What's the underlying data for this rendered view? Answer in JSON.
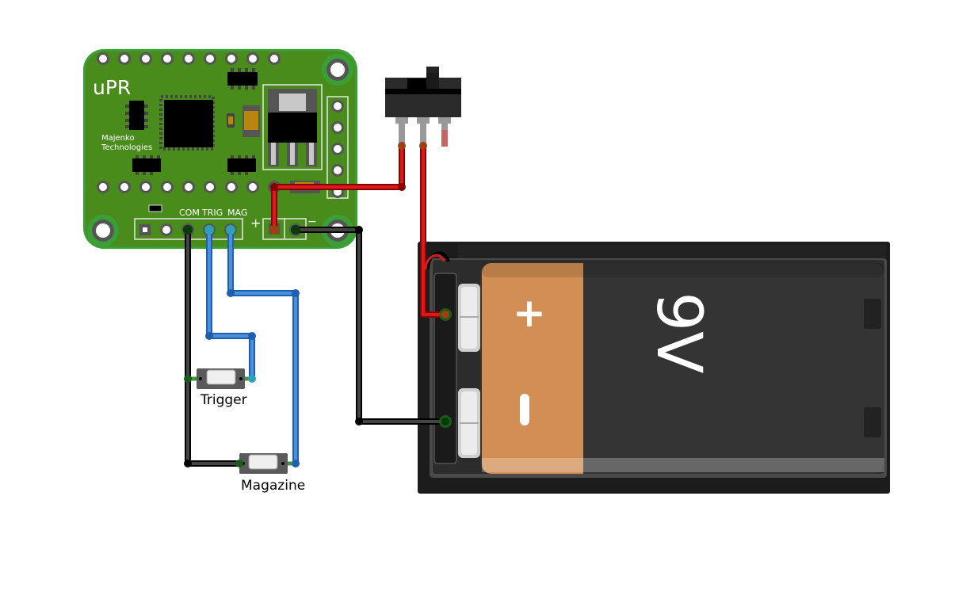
{
  "board": {
    "name": "uPR",
    "maker_line1": "Majenko",
    "maker_line2": "Technologies",
    "connector_labels": [
      "COM",
      "TRIG",
      "MAG"
    ],
    "power_labels": [
      "+",
      "−"
    ],
    "pcb_color": "#4a8c1c",
    "pcb_edge_color": "#3aa035"
  },
  "components": {
    "switch": {
      "name": "slide-switch"
    },
    "battery": {
      "voltage_label": "9V",
      "plus_label": "+",
      "minus_label": "−",
      "label_color": "#d28e54"
    },
    "buttons": [
      {
        "label": "Trigger"
      },
      {
        "label": "Magazine"
      }
    ]
  },
  "wires": [
    {
      "name": "com-wire",
      "color": "#1a1a1a"
    },
    {
      "name": "trig-wire",
      "color": "#2b74c7"
    },
    {
      "name": "mag-wire",
      "color": "#2b74c7"
    },
    {
      "name": "power-plus-wire",
      "color": "#cc1111"
    },
    {
      "name": "switch-battery-wire",
      "color": "#cc1111"
    },
    {
      "name": "ground-wire",
      "color": "#1a1a1a"
    }
  ]
}
